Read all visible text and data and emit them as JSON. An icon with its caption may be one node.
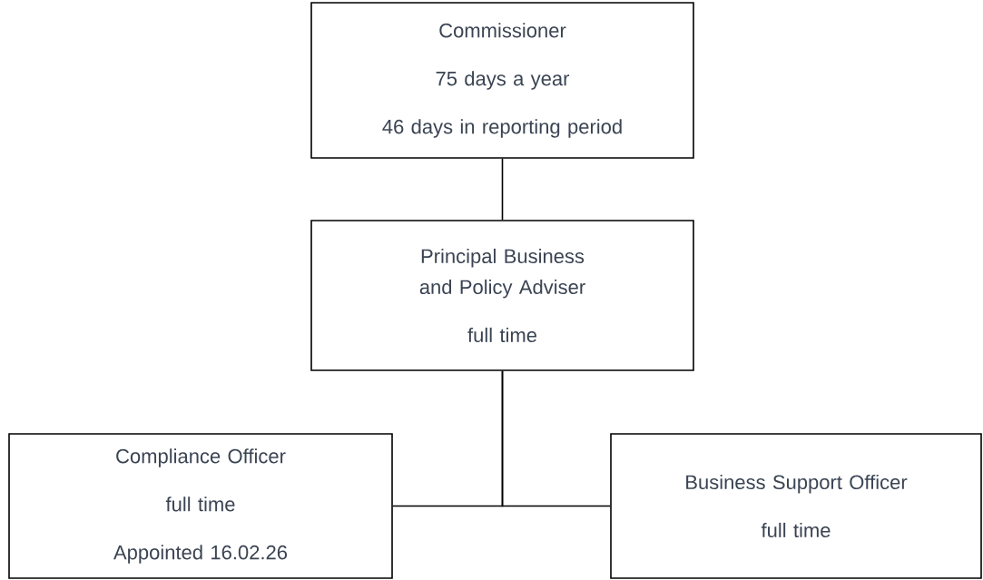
{
  "diagram": {
    "nodes": [
      {
        "text": [
          "Commissioner",
          "75 days a year",
          "46 days in reporting period"
        ]
      },
      {
        "text": [
          "Principal Business and Policy Adviser",
          "full time"
        ]
      },
      {
        "text": [
          "Compliance Officer",
          "full time",
          "Appointed 16.02.26"
        ]
      },
      {
        "text": [
          "Business Support Officer",
          "full time"
        ]
      }
    ],
    "edges": [
      {
        "from": 0,
        "to": 1,
        "arrow": "none"
      },
      {
        "from": 1,
        "to": 2,
        "arrow": "none"
      },
      {
        "from": 1,
        "to": 3,
        "arrow": "none"
      }
    ]
  }
}
